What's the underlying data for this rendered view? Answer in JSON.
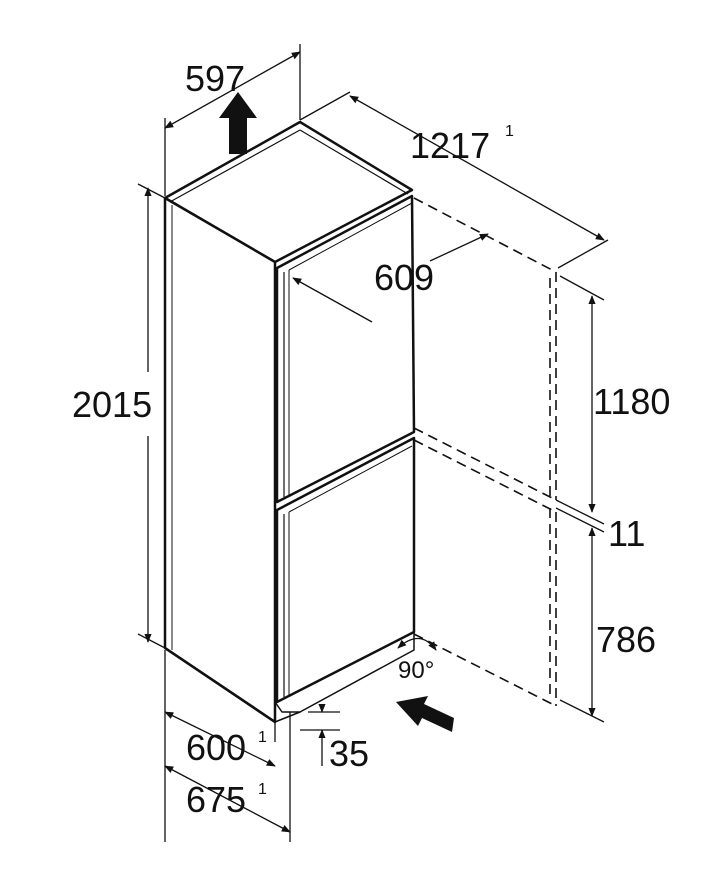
{
  "diagram": {
    "dimensions": {
      "width": "597",
      "total_depth_open_door": "1217",
      "total_depth_open_door_note": "1",
      "door_depth": "609",
      "height": "2015",
      "upper_door_height": "1180",
      "door_gap": "11",
      "lower_door_height": "786",
      "depth": "600",
      "depth_note": "1",
      "depth_with_handle": "675",
      "depth_with_handle_note": "1",
      "bottom_clearance": "35"
    },
    "door_angle": "90°",
    "colors": {
      "line": "#111111",
      "background": "#ffffff"
    }
  }
}
